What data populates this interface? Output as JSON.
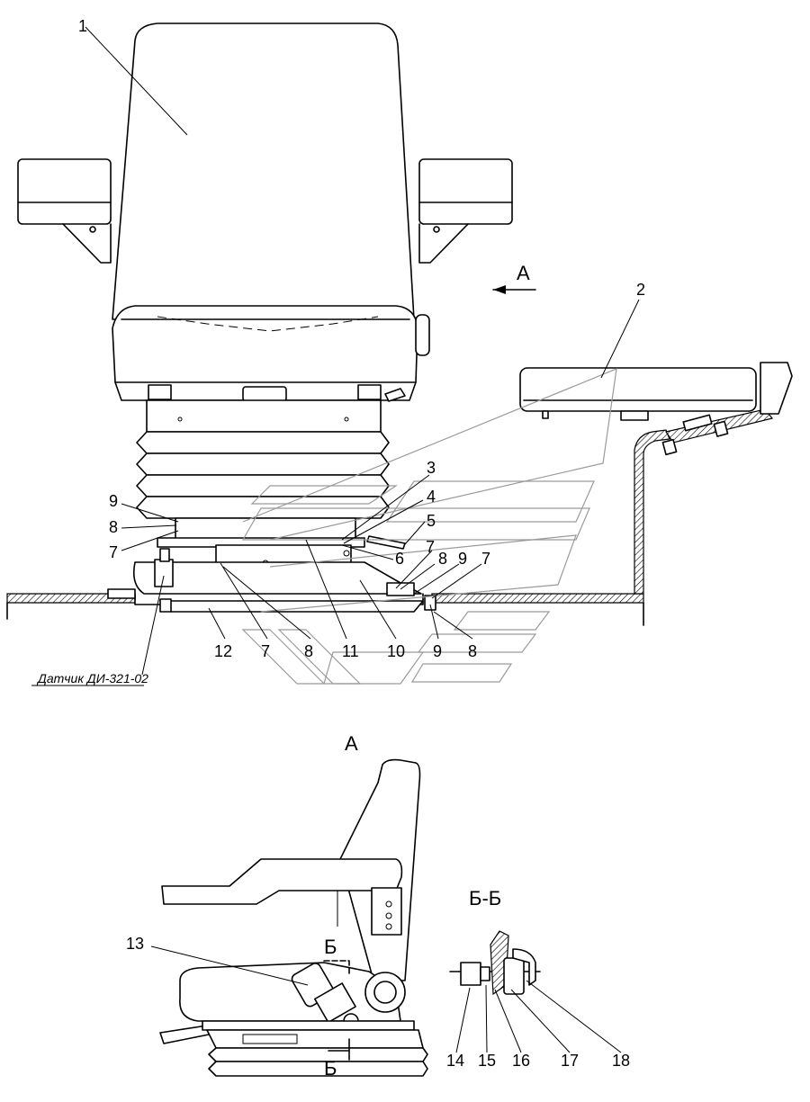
{
  "view_labels": {
    "arrow_a": "А",
    "view_a": "А",
    "section_bb": "Б-Б",
    "cut_b_top": "Б",
    "cut_b_bottom": "Б"
  },
  "sensor_label": "Датчик ДИ-321-02",
  "callouts": {
    "c1": "1",
    "c2": "2",
    "c3": "3",
    "c4": "4",
    "c5": "5",
    "c6": "6",
    "c7a": "7",
    "c8a": "8",
    "c9a": "9",
    "c7b": "7",
    "c8b": "8",
    "c9b": "9",
    "c7c": "7",
    "c12": "12",
    "c7d": "7",
    "c8d": "8",
    "c11": "11",
    "c10": "10",
    "c9d": "9",
    "c8e": "8",
    "c13": "13",
    "c14": "14",
    "c15": "15",
    "c16": "16",
    "c17": "17",
    "c18": "18"
  }
}
